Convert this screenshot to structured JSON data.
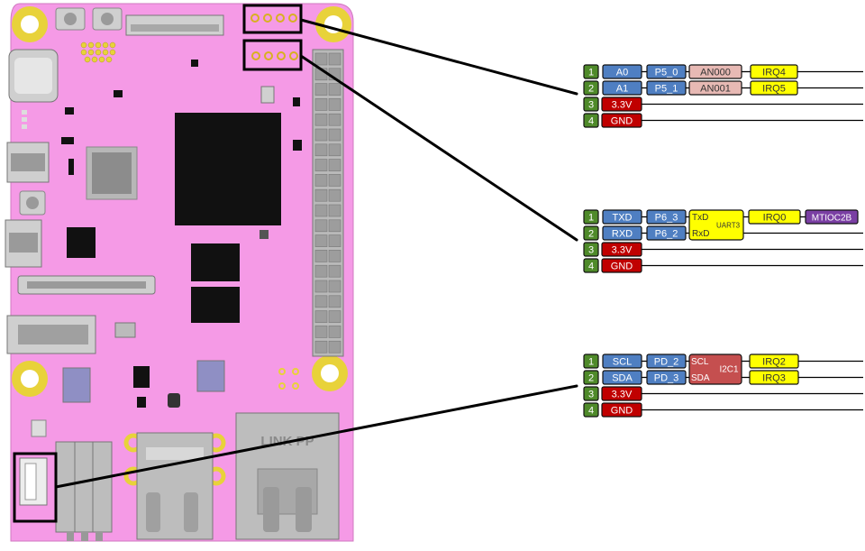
{
  "board": {
    "silkscreen": "LINK PP",
    "colors": {
      "pcb": "#f59ae6",
      "gold": "#e8d23a",
      "chip": "#111111",
      "metal": "#bfbfbf"
    }
  },
  "colors": {
    "pin_number": "#4f8a2a",
    "signal": "#4f7fc2",
    "port": "#4f7fc2",
    "analog": "#e7b9b4",
    "irq": "#ffff00",
    "uart": "#ffff00",
    "i2c": "#c54f4f",
    "mtioc": "#7a3fa3",
    "power": "#c00000",
    "wire": "#000000"
  },
  "connectors": [
    {
      "id": "analog",
      "rows": [
        {
          "pin": "1",
          "signal": "A0",
          "port": "P5_0",
          "func": "AN000",
          "irq": "IRQ4"
        },
        {
          "pin": "2",
          "signal": "A1",
          "port": "P5_1",
          "func": "AN001",
          "irq": "IRQ5"
        },
        {
          "pin": "3",
          "power": "3.3V"
        },
        {
          "pin": "4",
          "power": "GND"
        }
      ]
    },
    {
      "id": "uart",
      "block": {
        "label": "UART3",
        "pins": [
          "TxD",
          "RxD"
        ]
      },
      "rows": [
        {
          "pin": "1",
          "signal": "TXD",
          "port": "P6_3",
          "irq": "IRQ0",
          "extra": "MTIOC2B"
        },
        {
          "pin": "2",
          "signal": "RXD",
          "port": "P6_2"
        },
        {
          "pin": "3",
          "power": "3.3V"
        },
        {
          "pin": "4",
          "power": "GND"
        }
      ]
    },
    {
      "id": "i2c",
      "block": {
        "label": "I2C1",
        "pins": [
          "SCL",
          "SDA"
        ]
      },
      "rows": [
        {
          "pin": "1",
          "signal": "SCL",
          "port": "PD_2",
          "irq": "IRQ2"
        },
        {
          "pin": "2",
          "signal": "SDA",
          "port": "PD_3",
          "irq": "IRQ3"
        },
        {
          "pin": "3",
          "power": "3.3V"
        },
        {
          "pin": "4",
          "power": "GND"
        }
      ]
    }
  ]
}
